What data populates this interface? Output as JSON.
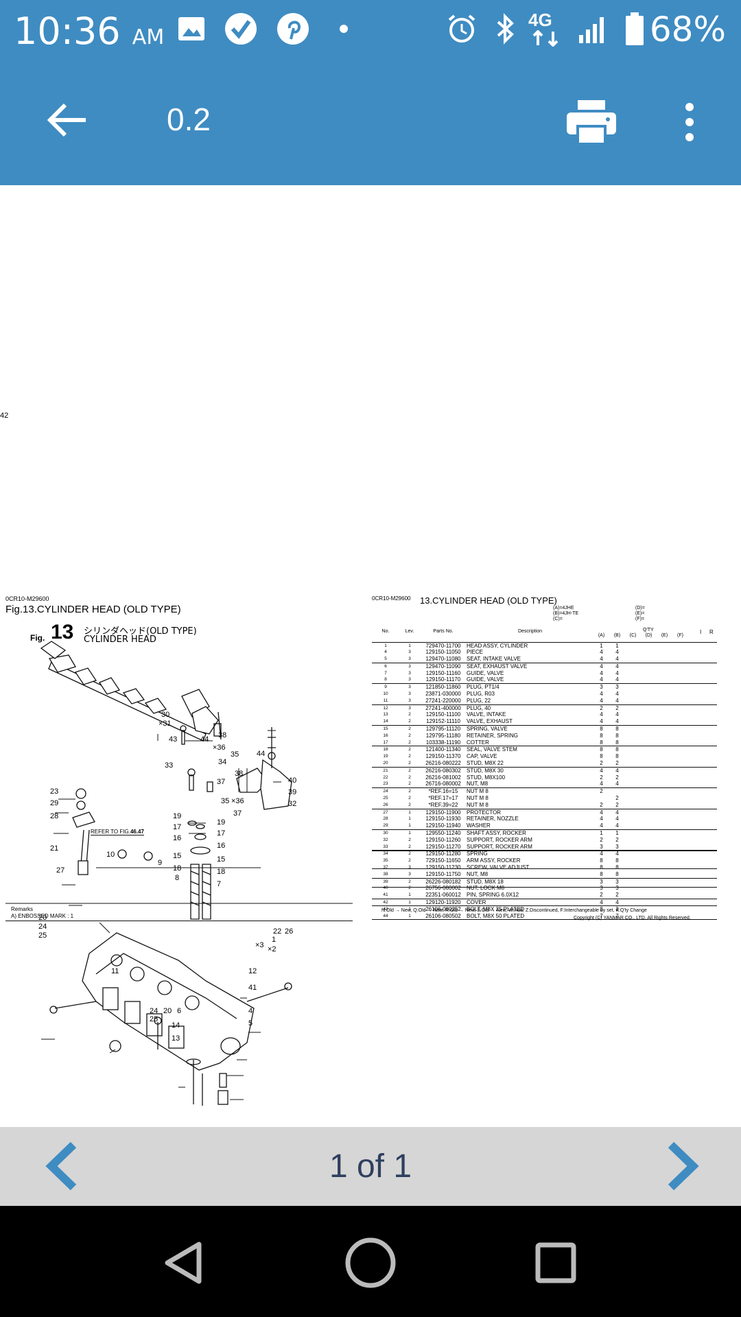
{
  "status_bar": {
    "time": "10:36",
    "ampm": "AM",
    "network": "4G",
    "battery": "68%"
  },
  "app_bar": {
    "title": "0.2"
  },
  "document": {
    "left": {
      "code": "0CR10-M29600",
      "fig_title": "Fig.13.CYLINDER HEAD (OLD TYPE)",
      "fig_prefix": "Fig.",
      "fig_number": "13",
      "fig_jp": "シリンダヘッド(OLD TYPE)",
      "fig_en": "CYLINDER HEAD",
      "refer": "REFER TO FIG.",
      "refer_fig": "46.47",
      "remarks_label": "Remarks",
      "remarks_text": "A) ENBOSSED MARK : 1",
      "callouts": [
        "30",
        "×31",
        "43",
        "44",
        "38",
        "×36",
        "35",
        "34",
        "33",
        "37",
        "44",
        "38",
        "40",
        "39",
        "32",
        "35",
        "×36",
        "37",
        "23",
        "29",
        "28",
        "19",
        "19",
        "17",
        "17",
        "16",
        "16",
        "15",
        "15",
        "18",
        "18",
        "8",
        "7",
        "21",
        "10",
        "42",
        "9",
        "27",
        "20",
        "24",
        "25",
        "22",
        "26",
        "×3",
        "1",
        "×2",
        "11",
        "12",
        "41",
        "24",
        "25",
        "20",
        "6",
        "4",
        "5",
        "14",
        "13"
      ]
    },
    "right": {
      "code": "0CR10-M29600",
      "title": "13.CYLINDER HEAD (OLD TYPE)",
      "models_a": [
        "(A)=4JHE",
        "(B)=4JH-TE",
        "(C)="
      ],
      "models_b": [
        "(D)=",
        "(E)=",
        "(F)="
      ],
      "qty_label": "Q'TY",
      "col_i": "I",
      "col_r": "R",
      "headers": [
        "No.",
        "Lev.",
        "Parts No.",
        "Description"
      ],
      "qty_cols": [
        "(A)",
        "(B)",
        "(C)",
        "(D)",
        "(E)",
        "(F)"
      ],
      "rows": [
        {
          "no": "1",
          "lev": "1",
          "part": "729470-11700",
          "desc": "HEAD ASSY, CYLINDER",
          "a": "1",
          "b": "1"
        },
        {
          "no": "4",
          "lev": "3",
          "part": "129150-11050",
          "desc": "PIECE",
          "a": "4",
          "b": "4"
        },
        {
          "no": "5",
          "lev": "3",
          "part": "129470-11080",
          "desc": "SEAT, INTAKE VALVE",
          "a": "4",
          "b": "4"
        },
        {
          "no": "6",
          "lev": "3",
          "part": "129470-11090",
          "desc": "SEAT, EXHAUST VALVE",
          "a": "4",
          "b": "4"
        },
        {
          "no": "7",
          "lev": "3",
          "part": "129150-11160",
          "desc": "GUIDE, VALVE",
          "a": "4",
          "b": "4"
        },
        {
          "no": "8",
          "lev": "3",
          "part": "129150-11170",
          "desc": "GUIDE, VALVE",
          "a": "4",
          "b": "4"
        },
        {
          "no": "9",
          "lev": "3",
          "part": "121850-11860",
          "desc": "PLUG, PT1/4",
          "a": "3",
          "b": "3"
        },
        {
          "no": "10",
          "lev": "3",
          "part": "23871-030000",
          "desc": "PLUG, R03",
          "a": "4",
          "b": "4"
        },
        {
          "no": "11",
          "lev": "3",
          "part": "27241-220000",
          "desc": "PLUG, 22",
          "a": "4",
          "b": "4"
        },
        {
          "no": "12",
          "lev": "3",
          "part": "27241-400000",
          "desc": "PLUG, 40",
          "a": "2",
          "b": "2"
        },
        {
          "no": "13",
          "lev": "2",
          "part": "129150-11100",
          "desc": "VALVE, INTAKE",
          "a": "4",
          "b": "4"
        },
        {
          "no": "14",
          "lev": "2",
          "part": "129152-11110",
          "desc": "VALVE, EXHAUST",
          "a": "4",
          "b": "4"
        },
        {
          "no": "15",
          "lev": "2",
          "part": "129795-11120",
          "desc": "SPRING, VALVE",
          "a": "8",
          "b": "8"
        },
        {
          "no": "16",
          "lev": "2",
          "part": "129795-11180",
          "desc": "RETAINER, SPRING",
          "a": "8",
          "b": "8"
        },
        {
          "no": "17",
          "lev": "2",
          "part": "103338-11190",
          "desc": "COTTER",
          "a": "8",
          "b": "8"
        },
        {
          "no": "18",
          "lev": "2",
          "part": "121400-11340",
          "desc": "SEAL, VALVE STEM",
          "a": "8",
          "b": "8"
        },
        {
          "no": "19",
          "lev": "2",
          "part": "129150-11370",
          "desc": "CAP, VALVE",
          "a": "8",
          "b": "8"
        },
        {
          "no": "20",
          "lev": "2",
          "part": "26216-080222",
          "desc": "STUD, M8X 22",
          "a": "2",
          "b": "2"
        },
        {
          "no": "21",
          "lev": "2",
          "part": "26216-080302",
          "desc": "STUD, M8X 30",
          "a": "4",
          "b": "4"
        },
        {
          "no": "22",
          "lev": "2",
          "part": "26216-081002",
          "desc": "STUD, M8X100",
          "a": "2",
          "b": "2"
        },
        {
          "no": "23",
          "lev": "2",
          "part": "26716-080002",
          "desc": "NUT, M8",
          "a": "4",
          "b": "4"
        },
        {
          "no": "24",
          "lev": "2",
          "part": "*REF.16=15",
          "desc": "NUT  M 8",
          "a": "2",
          "b": ""
        },
        {
          "no": "25",
          "lev": "2",
          "part": "*REF.17=17",
          "desc": "NUT  M 8",
          "a": "",
          "b": "2"
        },
        {
          "no": "26",
          "lev": "2",
          "part": "*REF.39=22",
          "desc": "NUT  M 8",
          "a": "2",
          "b": "2"
        },
        {
          "no": "27",
          "lev": "1",
          "part": "129150-11900",
          "desc": "PROTECTOR",
          "a": "4",
          "b": "4"
        },
        {
          "no": "28",
          "lev": "1",
          "part": "129150-11930",
          "desc": "RETAINER, NOZZLE",
          "a": "4",
          "b": "4"
        },
        {
          "no": "29",
          "lev": "1",
          "part": "129150-11940",
          "desc": "WASHER",
          "a": "4",
          "b": "4"
        },
        {
          "no": "30",
          "lev": "1",
          "part": "129550-11240",
          "desc": "SHAFT ASSY, ROCKER",
          "a": "1",
          "b": "1"
        },
        {
          "no": "32",
          "lev": "2",
          "part": "129150-11260",
          "desc": "SUPPORT, ROCKER ARM",
          "a": "2",
          "b": "2"
        },
        {
          "no": "33",
          "lev": "2",
          "part": "129150-11270",
          "desc": "SUPPORT, ROCKER ARM",
          "a": "3",
          "b": "3"
        },
        {
          "no": "34",
          "lev": "2",
          "part": "129150-11280",
          "desc": "SPRING",
          "a": "4",
          "b": "4"
        },
        {
          "no": "35",
          "lev": "2",
          "part": "729150-11650",
          "desc": "ARM ASSY, ROCKER",
          "a": "8",
          "b": "8"
        },
        {
          "no": "37",
          "lev": "3",
          "part": "129150-11230",
          "desc": "SCREW, VALVE ADJUST",
          "a": "8",
          "b": "8"
        },
        {
          "no": "38",
          "lev": "3",
          "part": "129150-11750",
          "desc": "NUT, M8",
          "a": "8",
          "b": "8"
        },
        {
          "no": "39",
          "lev": "2",
          "part": "26226-080182",
          "desc": "STUD, M8X 18",
          "a": "3",
          "b": "3"
        },
        {
          "no": "40",
          "lev": "2",
          "part": "26756-080002",
          "desc": "NUT, LOCK M8",
          "a": "3",
          "b": "3"
        },
        {
          "no": "41",
          "lev": "1",
          "part": "22351-060012",
          "desc": "PIN, SPRING 6.0X12",
          "a": "2",
          "b": "2"
        },
        {
          "no": "42",
          "lev": "1",
          "part": "129120-11920",
          "desc": "COVER",
          "a": "4",
          "b": "4"
        },
        {
          "no": "43",
          "lev": "1",
          "part": "26106-080252",
          "desc": "BOLT, M8X 25 PLATED",
          "a": "3",
          "b": "3"
        },
        {
          "no": "44",
          "lev": "1",
          "part": "26106-080502",
          "desc": "BOLT, M8X 50 PLATED",
          "a": "7",
          "b": "7"
        }
      ],
      "legend": "N:Old → New, Q:Old → New, R:Old → New, S:Old → New, W:Add, Z:Discontinued, F:Interchangeable by set, K:Q'ty Change",
      "copyright": "Copyright (C) YANMAR CO., LTD. All Rights Reserved."
    }
  },
  "bottom_bar": {
    "page_indicator": "1 of 1"
  }
}
